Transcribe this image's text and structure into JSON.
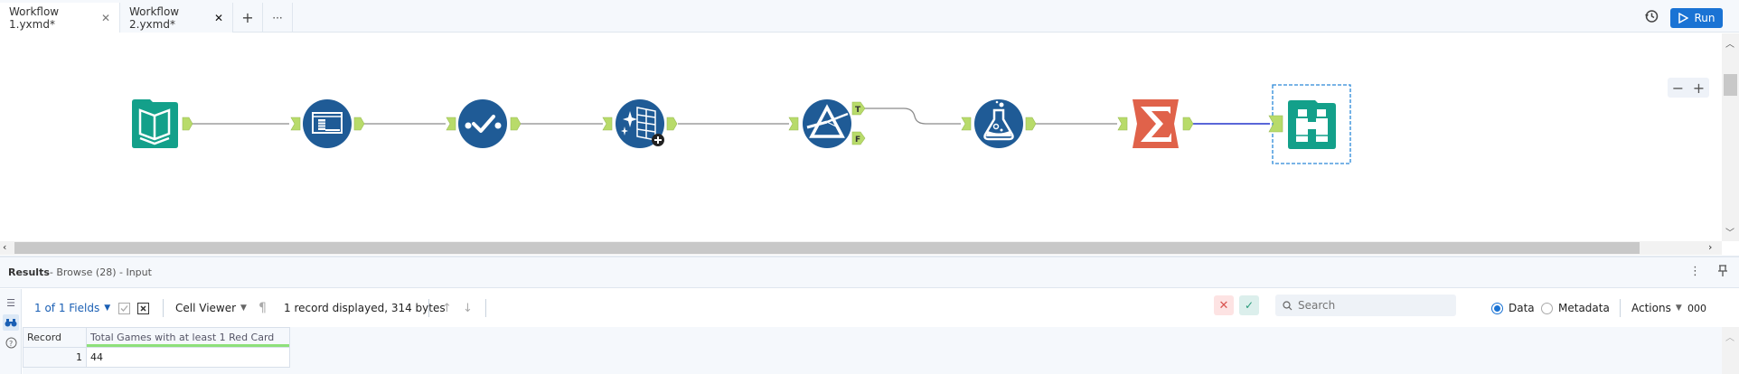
{
  "tabs": [
    {
      "label": "Workflow 1.yxmd*",
      "active": true
    },
    {
      "label": "Workflow 2.yxmd*",
      "active": false
    }
  ],
  "tab_actions": {
    "add": "+",
    "more": "···"
  },
  "header": {
    "run_label": "Run"
  },
  "canvas": {
    "zoom_out": "−",
    "zoom_in": "+",
    "nodes": [
      {
        "name": "input-data-tool",
        "color": "#13a08a"
      },
      {
        "name": "select-tool",
        "color": "#1f5b96"
      },
      {
        "name": "data-cleansing-tool",
        "color": "#1f5b96"
      },
      {
        "name": "autofield-tool",
        "color": "#1f5b96"
      },
      {
        "name": "filter-tool",
        "color": "#1f5b96",
        "anchors": [
          "T",
          "F"
        ]
      },
      {
        "name": "formula-tool",
        "color": "#1f5b96"
      },
      {
        "name": "summarize-tool",
        "color": "#e0624a"
      },
      {
        "name": "browse-tool",
        "color": "#13a08a",
        "selected": true
      }
    ],
    "anchor_color": "#b8db6a",
    "selected_connection_color": "#2233cc"
  },
  "results": {
    "title": "Results",
    "subtitle": " - Browse (28) - Input"
  },
  "toolbar": {
    "fields": "1 of 1 Fields",
    "cell_viewer": "Cell Viewer",
    "record_info": "1 record displayed, 314 bytes",
    "search_placeholder": "Search",
    "data_label": "Data",
    "metadata_label": "Metadata",
    "actions_label": "Actions",
    "overflow": "000"
  },
  "table": {
    "columns": [
      "Record",
      "Total Games with at least 1 Red Card"
    ],
    "rows": [
      [
        "1",
        "44"
      ]
    ]
  }
}
